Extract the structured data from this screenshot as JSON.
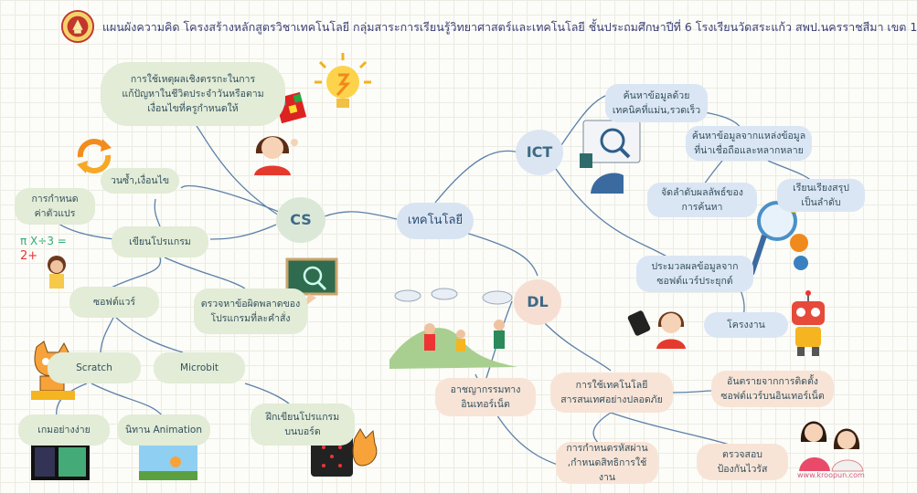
{
  "header": {
    "title": "แผนผังความคิด โครงสร้างหลักสูตรวิชาเทคโนโลยี กลุ่มสาระการเรียนรู้วิทยาศาสตร์และเทคโนโลยี ชั้นประถมศึกษาปีที่ 6 โรงเรียนวัดสระแก้ว สพป.นครราชสีมา เขต 1"
  },
  "center": {
    "label": "เทคโนโลยี"
  },
  "hubs": {
    "cs": "CS",
    "ict": "ICT",
    "dl": "DL"
  },
  "cs": {
    "logic": "การใช้เหตุผลเชิงตรรกะในการ\nแก้ปัญหาในชีวิตประจำวันหรือตาม\nเงื่อนไขที่ครูกำหนดให้",
    "loop": "วนซ้ำ,เงื่อนไข",
    "variable": "การกำหนด\nค่าตัวแปร",
    "programming": "เขียนโปรแกรม",
    "software": "ซอฟต์แวร์",
    "debug": "ตรวจหาข้อผิดพลาดของ\nโปรแกรมที่ละคำสั่ง",
    "scratch": "Scratch",
    "microbit": "Microbit",
    "game": "เกมอย่างง่าย",
    "animation": "นิทาน  Animation",
    "practice": "ฝึกเขียนโปรแกรม\nบนบอร์ด"
  },
  "ict": {
    "search": "ค้นหาข้อมูลด้วย\nเทคนิคที่แม่น,รวดเร็ว",
    "sources": "ค้นหาข้อมูลจากแหล่งข้อมูล\nที่น่าเชื่อถือและหลากหลาย",
    "ranking": "จัดลำดับผลลัพธ์ของ\nการค้นหา",
    "summary": "เรียนเรียงสรุป\nเป็นลำดับ",
    "process": "ประมวลผลข้อมูลจาก\nซอฟต์แวร์ประยุกต์",
    "project": "โครงงาน"
  },
  "dl": {
    "crime": "อาชญากรรมทาง\nอินเทอร์เน็ต",
    "safe": "การใช้เทคโนโลยี\nสารสนเทศอย่างปลอดภัย",
    "danger": "อันตรายจากการติดตั้ง\nซอฟต์แวร์บนอินเทอร์เน็ต",
    "password": "การกำหนดรหัสผ่าน\n,กำหนดสิทธิการใช้งาน",
    "antivirus": "ตรวจสอบ\nป้องกันไวรัส"
  },
  "credit": "www.kroopun.com"
}
